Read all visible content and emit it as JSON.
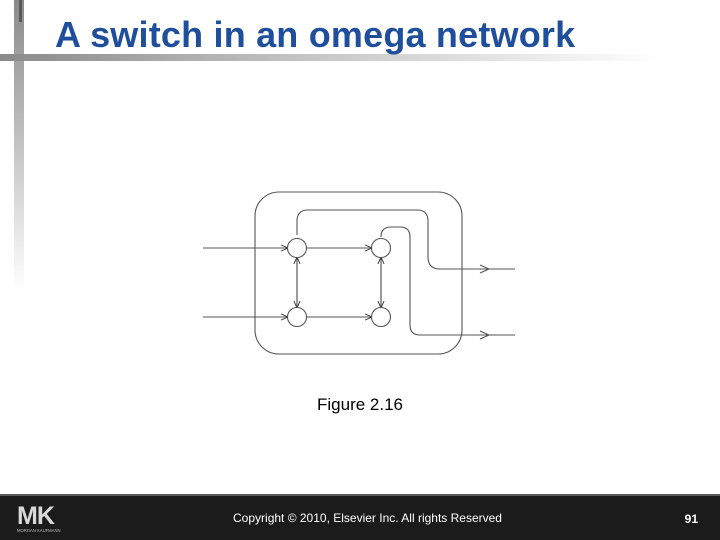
{
  "slide": {
    "title": "A switch in an omega network",
    "caption": "Figure 2.16"
  },
  "footer": {
    "copyright": "Copyright © 2010, Elsevier Inc. All rights Reserved",
    "page_number": "91",
    "logo_letters": "MK",
    "logo_subtext": "MORGAN KAUFMANN"
  },
  "colors": {
    "title": "#1f4e9c",
    "footer_bg": "#1b1b1b"
  }
}
